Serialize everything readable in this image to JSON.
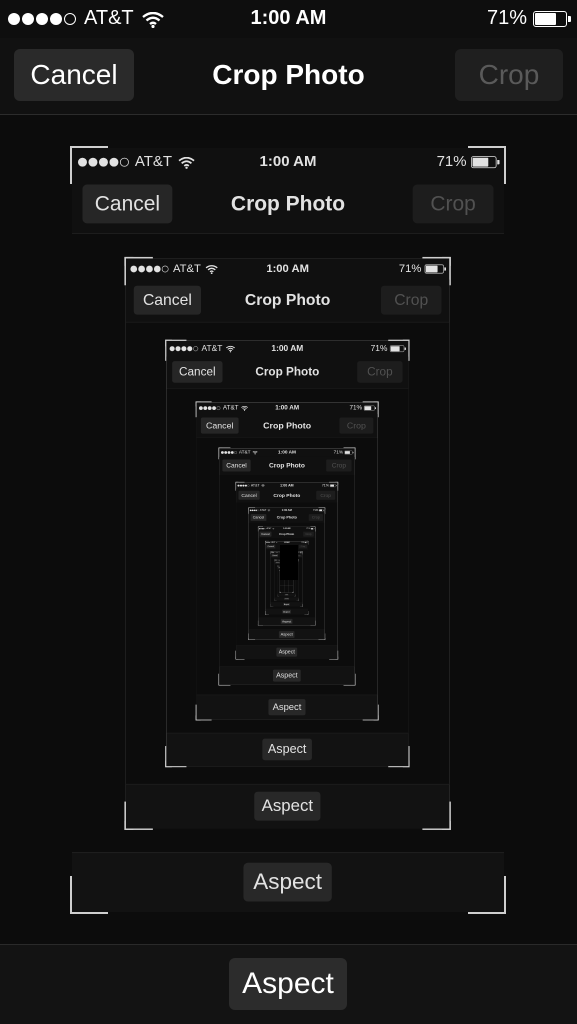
{
  "status_bar": {
    "carrier": "AT&T",
    "time": "1:00 AM",
    "battery": "71%",
    "signal_icon": "signal-dots-icon",
    "wifi_icon": "wifi-icon",
    "battery_icon": "battery-icon"
  },
  "navbar": {
    "cancel_label": "Cancel",
    "title": "Crop Photo",
    "crop_label": "Crop"
  },
  "toolbar": {
    "aspect_label": "Aspect"
  },
  "colors": {
    "background": "#0e0e0e",
    "button": "#2a2a2a",
    "disabled_text": "#5a5a5a",
    "crop_border": "#e0e0e0"
  }
}
